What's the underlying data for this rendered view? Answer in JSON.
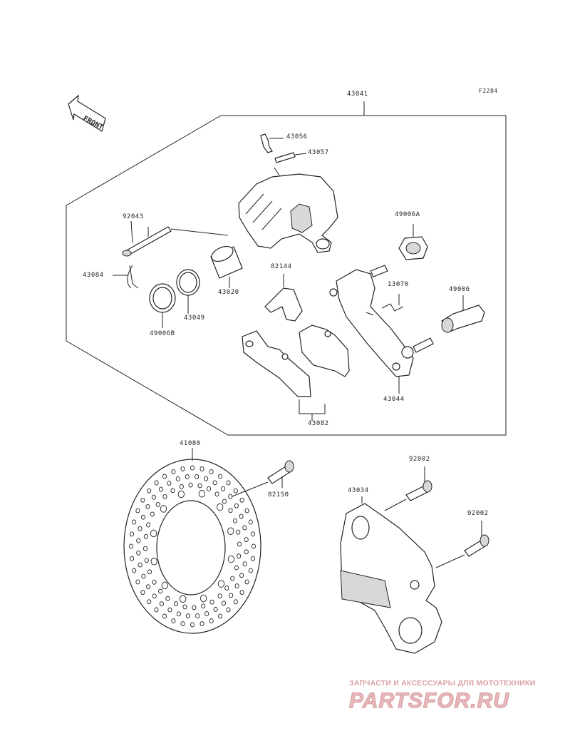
{
  "figure_code": "F2284",
  "front_label": "FRONT",
  "parts": {
    "assembly": "43041",
    "bleed_valve": "43056",
    "bleed_cap": "43057",
    "pin": "92043",
    "clip": "43084",
    "seal_large": "49006A",
    "seal_piston": "43049",
    "seal_dust": "49006B",
    "piston": "43020",
    "spring": "82144",
    "holder": "43044",
    "spring_small": "13070",
    "boot": "49006",
    "pad_set": "43082",
    "disc": "41080",
    "disc_bolt": "82150",
    "bracket": "43034",
    "bolt_upper": "92002",
    "bolt_lower": "92002"
  },
  "watermark": {
    "tagline": "ЗАПЧАСТИ И АКСЕССУАРЫ ДЛЯ МОТОТЕХНИКИ",
    "brand": "PARTSFOR.RU",
    "color": "#d9a0a4"
  }
}
